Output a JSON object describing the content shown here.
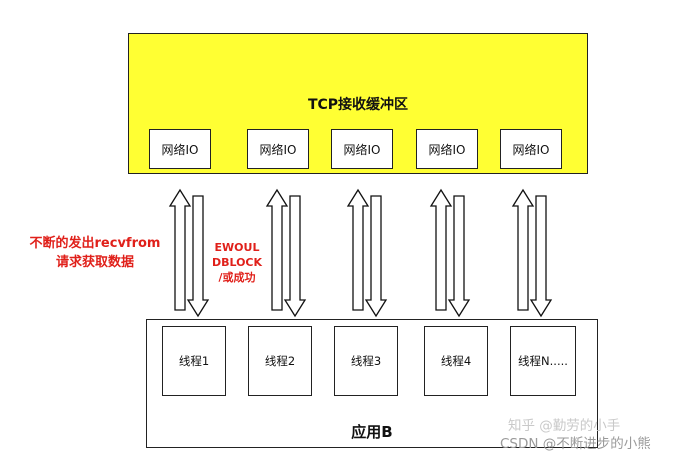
{
  "tcp_buffer": {
    "title": "TCP接收缓冲区",
    "fill_color": "#ffff33",
    "io_boxes": [
      "网络IO",
      "网络IO",
      "网络IO",
      "网络IO",
      "网络IO"
    ]
  },
  "application": {
    "title": "应用B",
    "threads": [
      "线程1",
      "线程2",
      "线程3",
      "线程4",
      "线程N....."
    ]
  },
  "annotations": {
    "request_note": [
      "不断的发出recvfrom",
      "请求获取数据"
    ],
    "response_note": [
      "EWOUL",
      "DBLOCK",
      "/或成功"
    ],
    "note_color": "#e0201a"
  },
  "watermarks": {
    "line1": "知乎 @勤劳的小手",
    "line2": "CSDN @不断进步的小熊"
  }
}
